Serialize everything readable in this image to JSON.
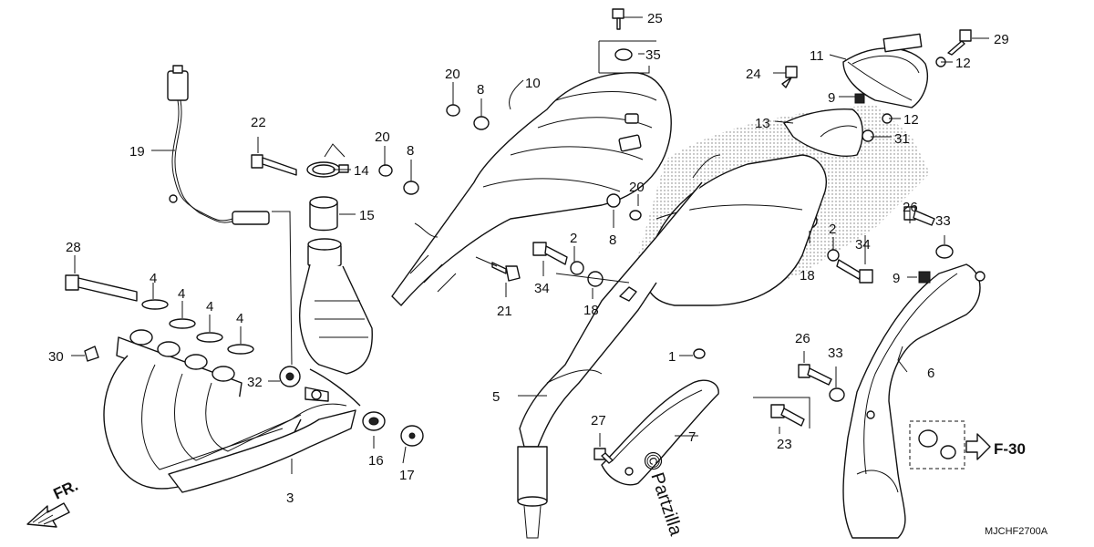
{
  "diagram_code": "MJCHF2700A",
  "ref_label": "F-30",
  "watermark": "Partzilla",
  "copyright_symbol": "©",
  "fr_label": "FR.",
  "callouts": {
    "c1": "1",
    "c2a": "2",
    "c2b": "2",
    "c3": "3",
    "c4a": "4",
    "c4b": "4",
    "c4c": "4",
    "c4d": "4",
    "c5": "5",
    "c6": "6",
    "c7": "7",
    "c8a": "8",
    "c8b": "8",
    "c8c": "8",
    "c9a": "9",
    "c9b": "9",
    "c10": "10",
    "c11": "11",
    "c12a": "12",
    "c12b": "12",
    "c13": "13",
    "c14": "14",
    "c15": "15",
    "c16": "16",
    "c17": "17",
    "c18a": "18",
    "c18b": "18",
    "c19": "19",
    "c20a": "20",
    "c20b": "20",
    "c20c": "20",
    "c21": "21",
    "c22": "22",
    "c23": "23",
    "c24": "24",
    "c25": "25",
    "c26a": "26",
    "c26b": "26",
    "c27": "27",
    "c28": "28",
    "c29": "29",
    "c30": "30",
    "c31": "31",
    "c32": "32",
    "c33a": "33",
    "c33b": "33",
    "c34a": "34",
    "c34b": "34",
    "c35": "35"
  }
}
